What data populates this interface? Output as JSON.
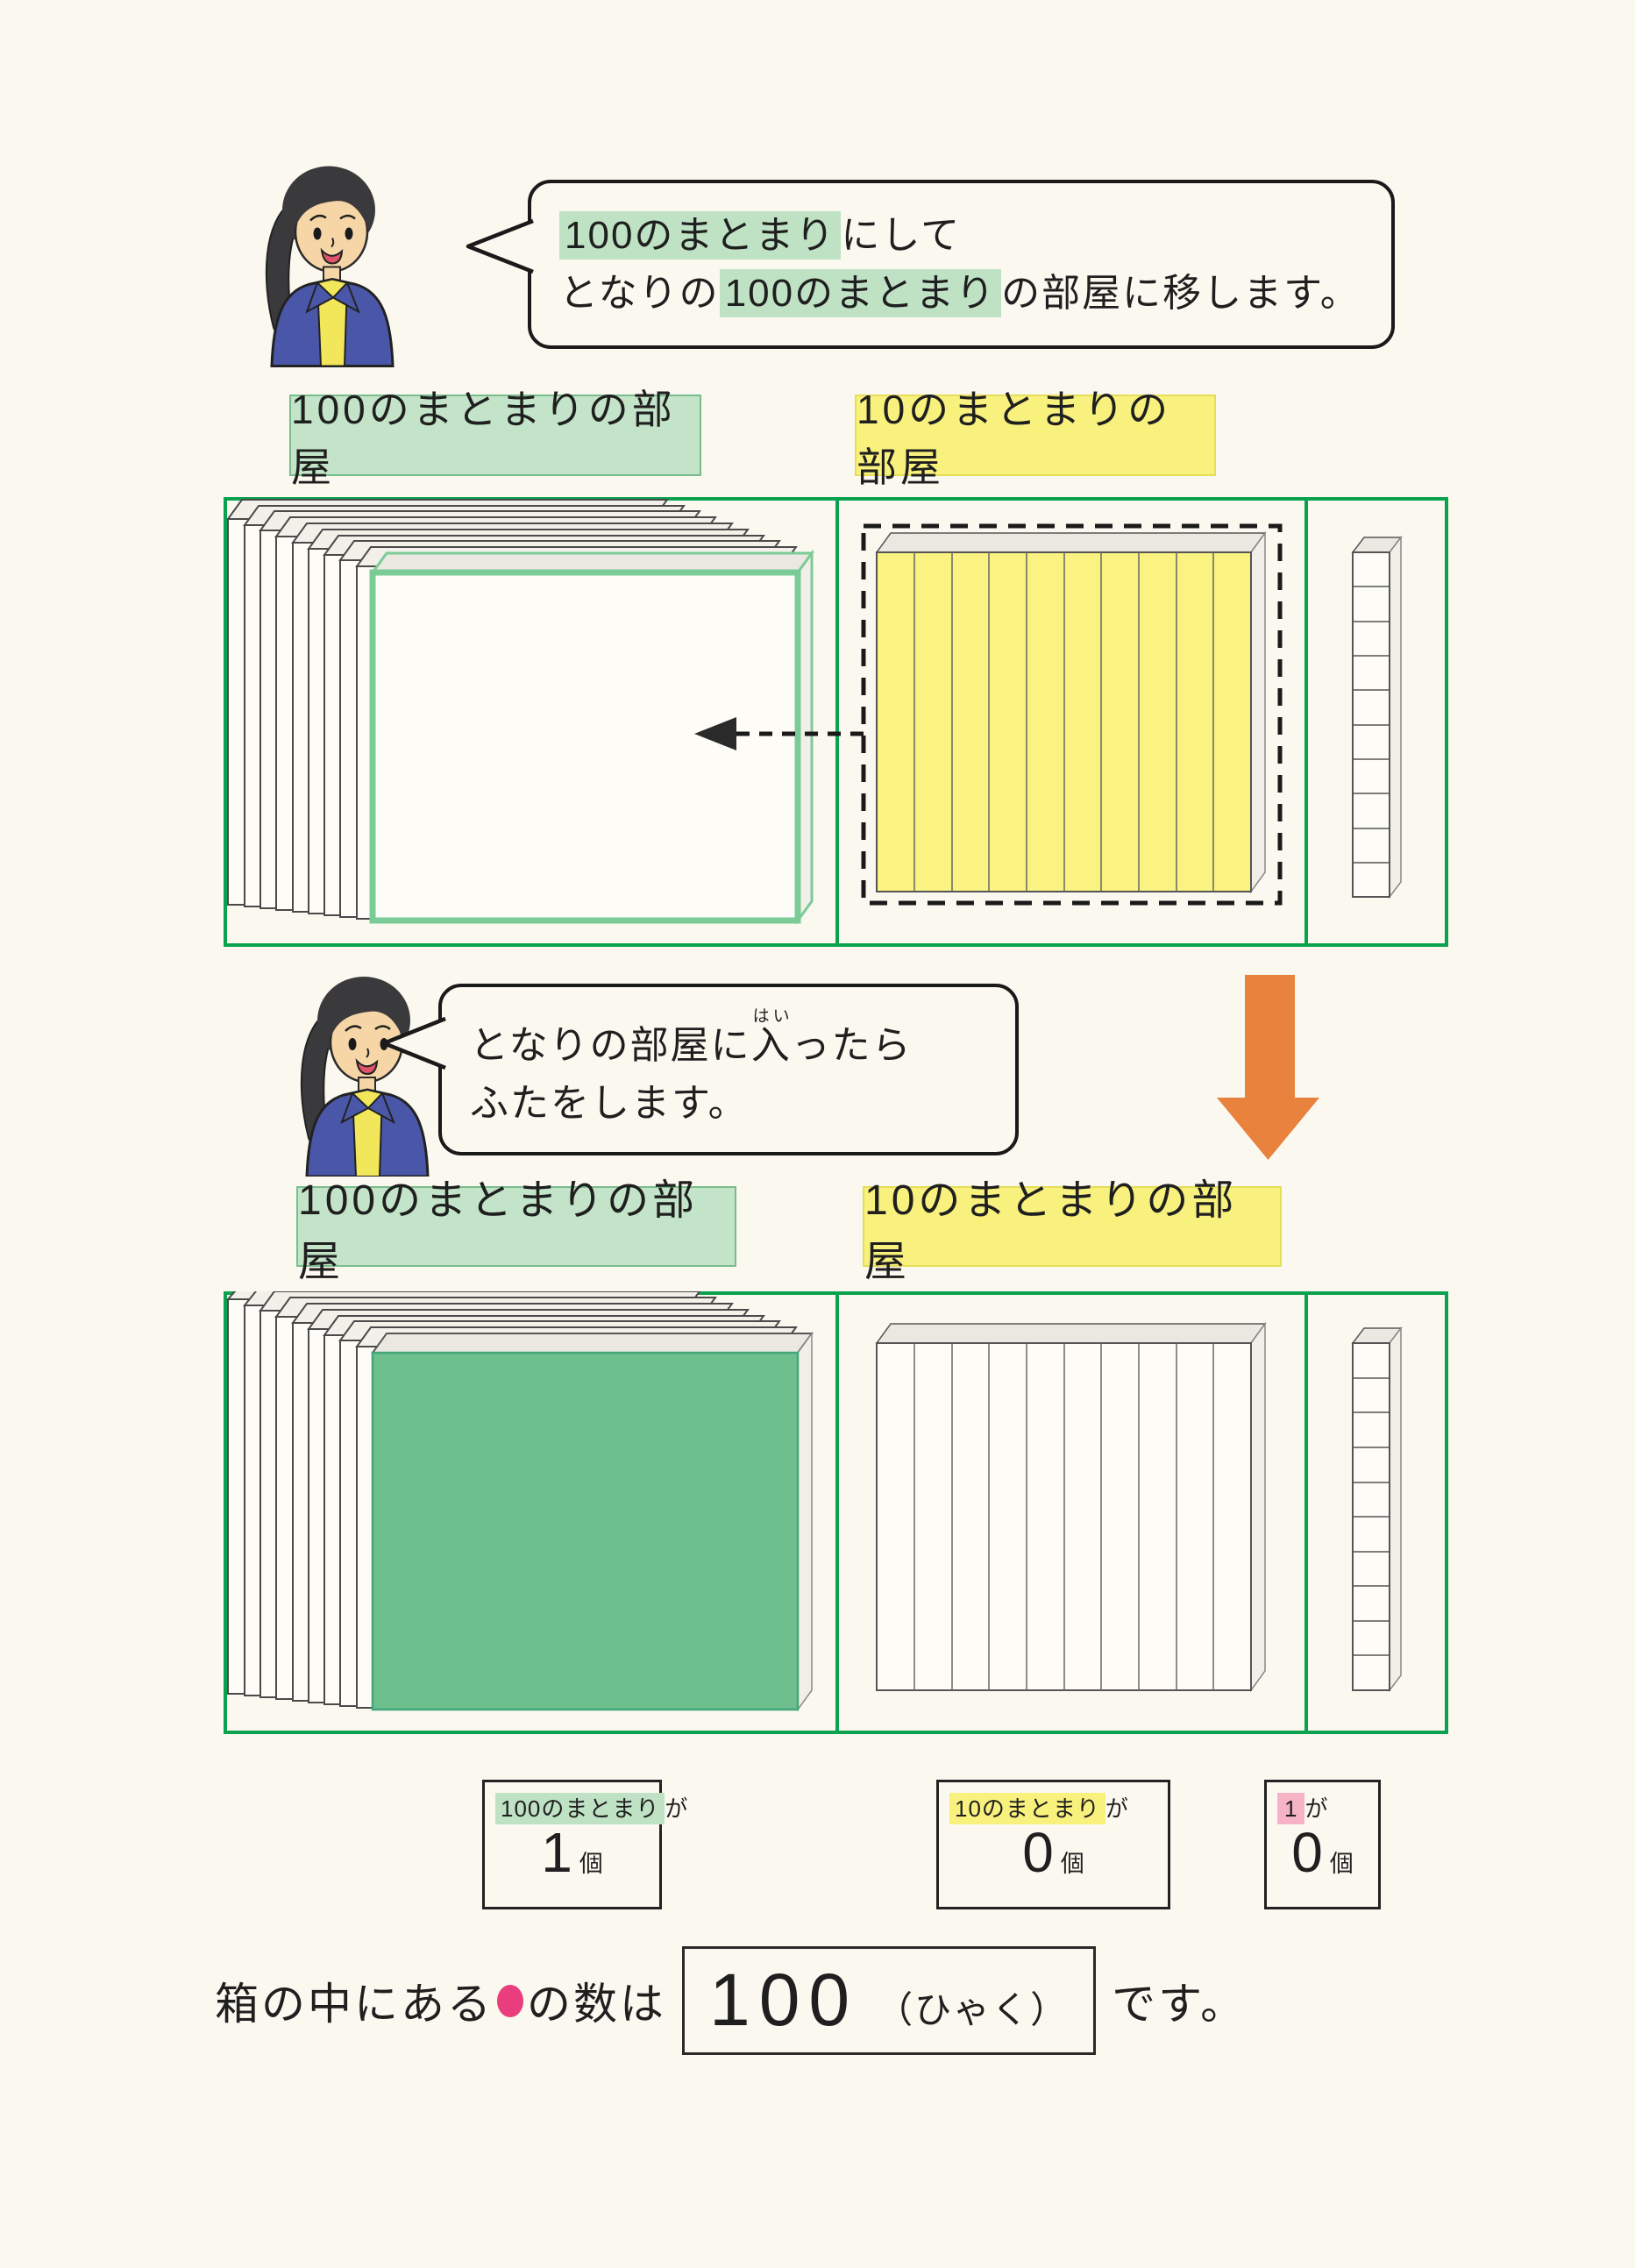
{
  "bubbles": {
    "first": {
      "line1_highlight": "100のまとまり",
      "line1_rest": "にして",
      "line2_pre": "となりの",
      "line2_highlight": "100のまとまり",
      "line2_rest": "の部屋に移します。",
      "highlight_color": "#BFE2C4"
    },
    "second": {
      "line1_pre": "となりの部屋に",
      "line1_ruby_base": "入",
      "line1_ruby_text": "はい",
      "line1_post": "ったら",
      "line2": "ふたをします。"
    }
  },
  "room_labels": {
    "row1_hundreds": "100のまとまりの部屋",
    "row1_tens": "10のまとまりの部屋",
    "row2_hundreds": "100のまとまりの部屋",
    "row2_tens": "10のまとまりの部屋",
    "hundreds_bg": "#C3E4C8",
    "tens_bg": "#F8F17E"
  },
  "figure": {
    "top_diagram": {
      "stacked_hundred_flats": 10,
      "front_flat_style": "white with green outline (incoming 100)",
      "tens_flat_strips": 10,
      "tens_flat_fill": "#FAF382",
      "tens_flat_dashed_outline": true,
      "move_arrow_direction": "left",
      "unit_column_cubes": 10
    },
    "bottom_diagram": {
      "stacked_hundred_flats": 10,
      "front_flat_fill": "#6DBF8E",
      "tens_flat_strips": 10,
      "tens_flat_fill": "white",
      "unit_column_cubes": 10
    },
    "box_line_color": "#0AA24F",
    "down_arrow_color": "#E8823C"
  },
  "counters": [
    {
      "unit_highlight": "100のまとまり",
      "suffix": "が",
      "value": "1",
      "counter_unit": "個",
      "highlight_color": "#BFE2C4"
    },
    {
      "unit_highlight": "10のまとまり",
      "suffix": "が",
      "value": "0",
      "counter_unit": "個",
      "highlight_color": "#F8F17E"
    },
    {
      "unit_highlight": "1",
      "suffix": "が",
      "value": "0",
      "counter_unit": "個",
      "highlight_color": "#F6B3C6"
    }
  ],
  "summary": {
    "pre": "箱の中にある",
    "dot_color": "#EA3D7E",
    "mid": "の数は",
    "value": "100",
    "reading": "（ひゃく）",
    "post": "です。"
  }
}
